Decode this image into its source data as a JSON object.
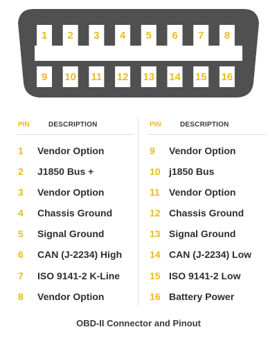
{
  "colors": {
    "connector_body": "#505050",
    "pin_fill": "#ffffff",
    "accent": "#e9bc22",
    "text": "#2d2d2d"
  },
  "connector": {
    "top_pins": [
      "1",
      "2",
      "3",
      "4",
      "5",
      "6",
      "7",
      "8"
    ],
    "bottom_pins": [
      "9",
      "10",
      "11",
      "12",
      "13",
      "14",
      "15",
      "16"
    ]
  },
  "table": {
    "header_pin": "PIN",
    "header_description": "DESCRIPTION",
    "left": [
      {
        "pin": "1",
        "description": "Vendor Option"
      },
      {
        "pin": "2",
        "description": "J1850 Bus +"
      },
      {
        "pin": "3",
        "description": "Vendor Option"
      },
      {
        "pin": "4",
        "description": "Chassis Ground"
      },
      {
        "pin": "5",
        "description": "Signal Ground"
      },
      {
        "pin": "6",
        "description": "CAN (J-2234) High"
      },
      {
        "pin": "7",
        "description": "ISO 9141-2 K-Line"
      },
      {
        "pin": "8",
        "description": "Vendor Option"
      }
    ],
    "right": [
      {
        "pin": "9",
        "description": "Vendor Option"
      },
      {
        "pin": "10",
        "description": "j1850 Bus"
      },
      {
        "pin": "11",
        "description": "Vendor Option"
      },
      {
        "pin": "12",
        "description": "Chassis Ground"
      },
      {
        "pin": "13",
        "description": "Signal Ground"
      },
      {
        "pin": "14",
        "description": "CAN (J-2234) Low"
      },
      {
        "pin": "15",
        "description": "ISO 9141-2 Low"
      },
      {
        "pin": "16",
        "description": "Battery Power"
      }
    ]
  },
  "caption": "OBD-II Connector and Pinout"
}
